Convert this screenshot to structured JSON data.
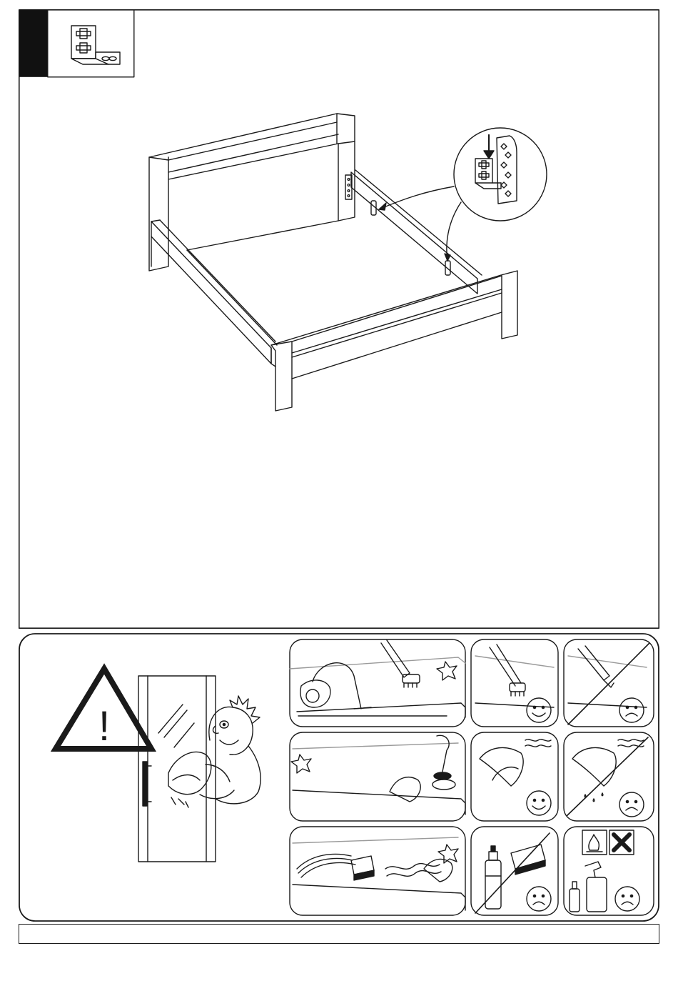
{
  "page": {
    "hardware_icon": "corner-bracket-icon",
    "warning_symbol": "!",
    "care_tiles": [
      {
        "name": "vacuum-cleaning",
        "icon": "vacuum-icon"
      },
      {
        "name": "soft-brush-ok",
        "icon": "brush-icon",
        "rating": "happy-face-icon"
      },
      {
        "name": "hard-nozzle-not-ok",
        "icon": "nozzle-icon",
        "rating": "sad-face-icon"
      },
      {
        "name": "protective-pad",
        "icon": "cloth-icon"
      },
      {
        "name": "damp-cloth-ok",
        "icon": "damp-cloth-icon",
        "rating": "happy-face-icon"
      },
      {
        "name": "wet-cloth-not-ok",
        "icon": "dripping-cloth-icon",
        "rating": "sad-face-icon"
      },
      {
        "name": "wipe-with-grain",
        "icon": "sponge-icon"
      },
      {
        "name": "abrasive-not-ok",
        "icon": "detergent-icon",
        "rating": "sad-face-icon"
      },
      {
        "name": "chemicals-not-ok",
        "icon": "spray-icon",
        "rating": "sad-face-icon"
      }
    ]
  }
}
